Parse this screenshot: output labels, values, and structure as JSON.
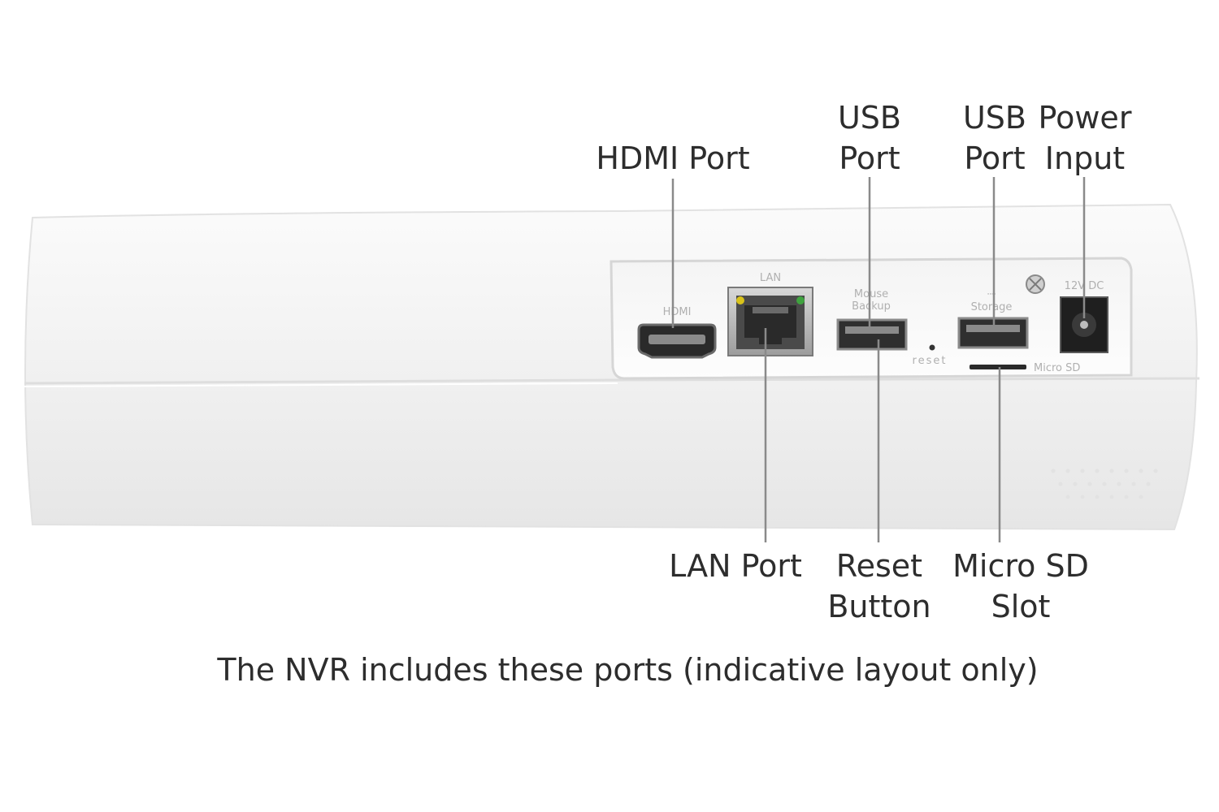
{
  "labels": {
    "hdmi": "HDMI Port",
    "usb_mouse": [
      "USB",
      "Port"
    ],
    "usb_storage": [
      "USB",
      "Port"
    ],
    "power": [
      "Power",
      "Input"
    ],
    "lan": "LAN Port",
    "reset": [
      "Reset",
      "Button"
    ],
    "micro_sd": [
      "Micro SD",
      "Slot"
    ]
  },
  "device_markings": {
    "lan": "LAN",
    "hdmi": "HDMI",
    "mouse_backup": [
      "Mouse",
      "Backup"
    ],
    "storage": "Storage",
    "reset": "reset",
    "micro_sd": "Micro SD",
    "power": "12V DC"
  },
  "caption": "The NVR includes these ports (indicative layout only)",
  "colors": {
    "device_body": "#f2f2f2",
    "leader_line": "#8a8a8a",
    "label_text": "#2d2d2d",
    "led_yellow": "#d9c21a",
    "led_green": "#3fa33f"
  }
}
